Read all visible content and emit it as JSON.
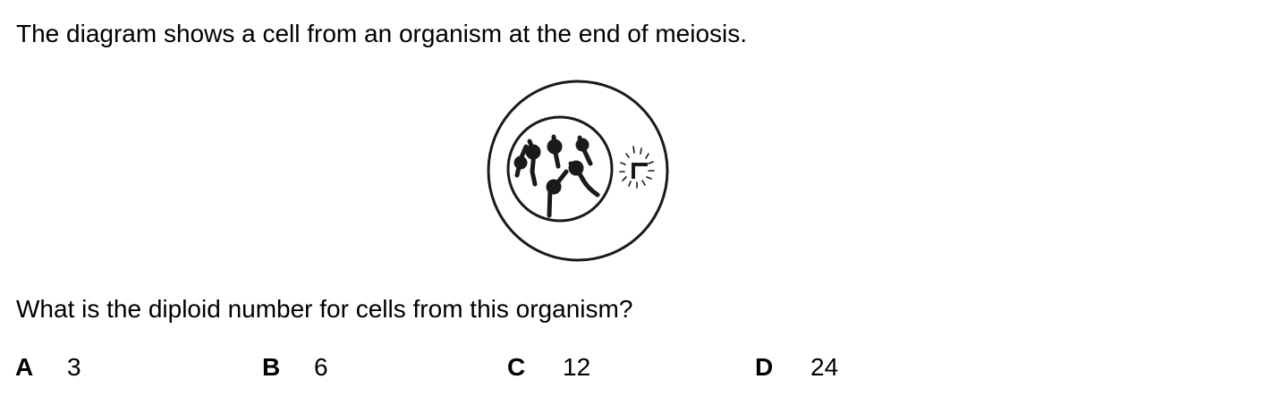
{
  "question": {
    "intro": "The diagram shows a cell from an organism at the end of meiosis.",
    "prompt": "What is the diploid number for cells from this organism?"
  },
  "diagram": {
    "chromosome_count": 6,
    "stroke_color": "#1a1a1a"
  },
  "options": [
    {
      "letter": "A",
      "value": "3"
    },
    {
      "letter": "B",
      "value": "6"
    },
    {
      "letter": "C",
      "value": "12"
    },
    {
      "letter": "D",
      "value": "24"
    }
  ]
}
